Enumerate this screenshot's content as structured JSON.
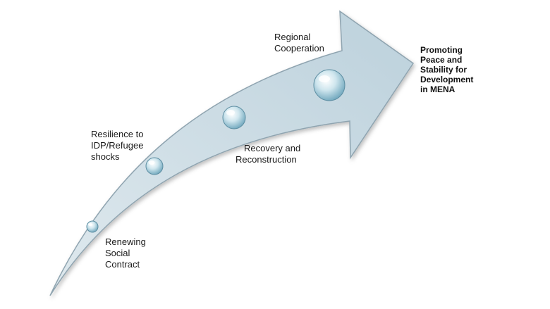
{
  "stages": [
    {
      "id": "renewing",
      "lines": [
        "Renewing",
        "Social",
        "Contract"
      ]
    },
    {
      "id": "resilience",
      "lines": [
        "Resilience to",
        "IDP/Refugee",
        "shocks"
      ]
    },
    {
      "id": "recovery",
      "lines": [
        "Recovery and",
        "Reconstruction"
      ]
    },
    {
      "id": "regional",
      "lines": [
        "Regional",
        "Cooperation"
      ]
    }
  ],
  "goal": {
    "lines": [
      "Promoting",
      "Peace and",
      "Stability for",
      "Development",
      "in MENA"
    ]
  },
  "colors": {
    "arrow_fill": "#c9dbe4",
    "arrow_stroke": "#8fa4b0",
    "bubble_core": "#7fb3c8",
    "text": "#1a1a1a"
  }
}
